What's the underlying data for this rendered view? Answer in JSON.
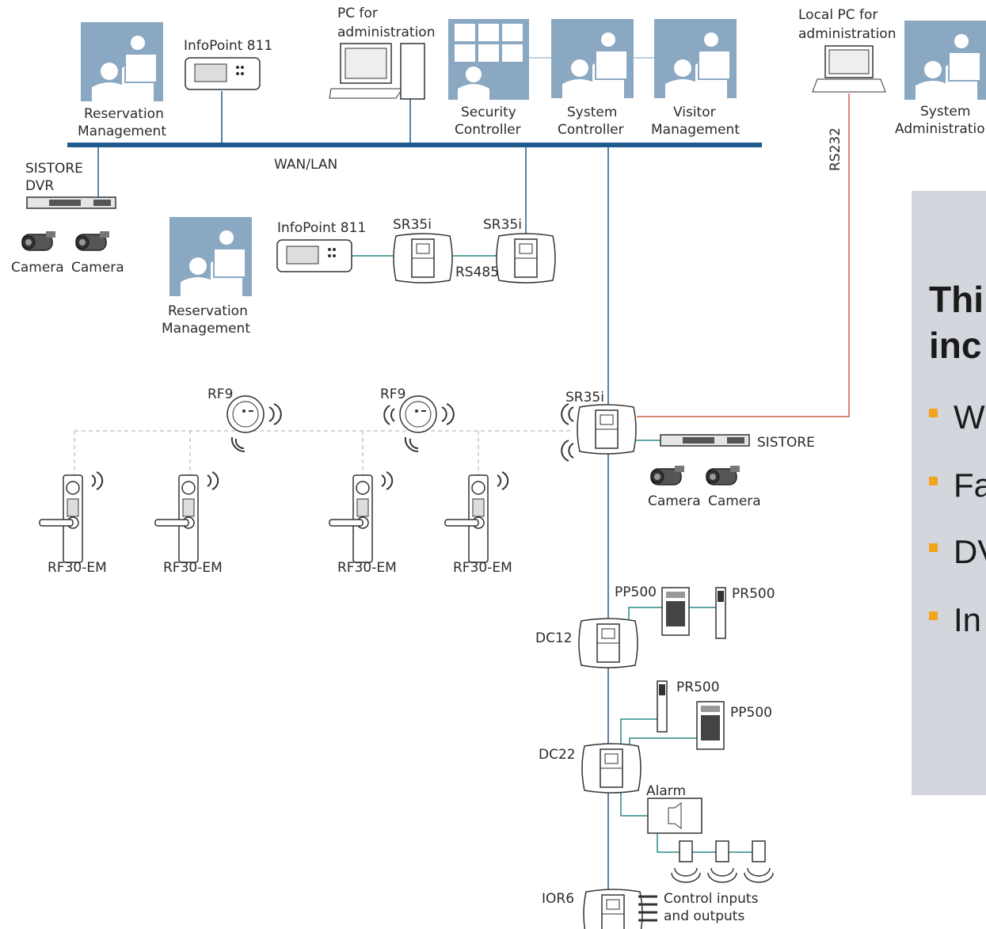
{
  "labels": {
    "pc_admin_1": "PC for",
    "pc_admin_2": "administration",
    "local_pc_1": "Local PC for",
    "local_pc_2": "administration",
    "infopoint_top": "InfoPoint 811",
    "infopoint_mid": "InfoPoint 811",
    "reservation_top_1": "Reservation",
    "reservation_top_2": "Management",
    "reservation_mid_1": "Reservation",
    "reservation_mid_2": "Management",
    "security_1": "Security",
    "security_2": "Controller",
    "system_ctrl_1": "System",
    "system_ctrl_2": "Controller",
    "visitor_1": "Visitor",
    "visitor_2": "Management",
    "sysadmin_1": "System",
    "sysadmin_2": "Administration",
    "wan_lan": "WAN/LAN",
    "rs232": "RS232",
    "sistore_dvr_1": "SISTORE",
    "sistore_dvr_2": "DVR",
    "camera_1": "Camera",
    "camera_2": "Camera",
    "camera_3": "Camera",
    "camera_4": "Camera",
    "sr35i_a": "SR35i",
    "sr35i_b": "SR35i",
    "sr35i_c": "SR35i",
    "rs485": "RS485",
    "rf9_a": "RF9",
    "rf9_b": "RF9",
    "sistore_2": "SISTORE",
    "rf30_1": "RF30-EM",
    "rf30_2": "RF30-EM",
    "rf30_3": "RF30-EM",
    "rf30_4": "RF30-EM",
    "pp500_a": "PP500",
    "pr500_a": "PR500",
    "dc12": "DC12",
    "pr500_b": "PR500",
    "pp500_b": "PP500",
    "dc22": "DC22",
    "alarm": "Alarm",
    "ior6": "IOR6",
    "control_1": "Control inputs",
    "control_2": "and outputs"
  },
  "callout": {
    "title_line1": "Thi",
    "title_line2": "inc",
    "bullets": [
      "W",
      "Fa",
      "DV",
      "In"
    ]
  },
  "colors": {
    "bus": "#1f5a8e",
    "serial_line": "#d78a72",
    "device_line": "#1f5a8e",
    "icon_bg": "#8aa7c2",
    "callout_bg": "#d4d6de",
    "bullet": "#f2a41c"
  }
}
